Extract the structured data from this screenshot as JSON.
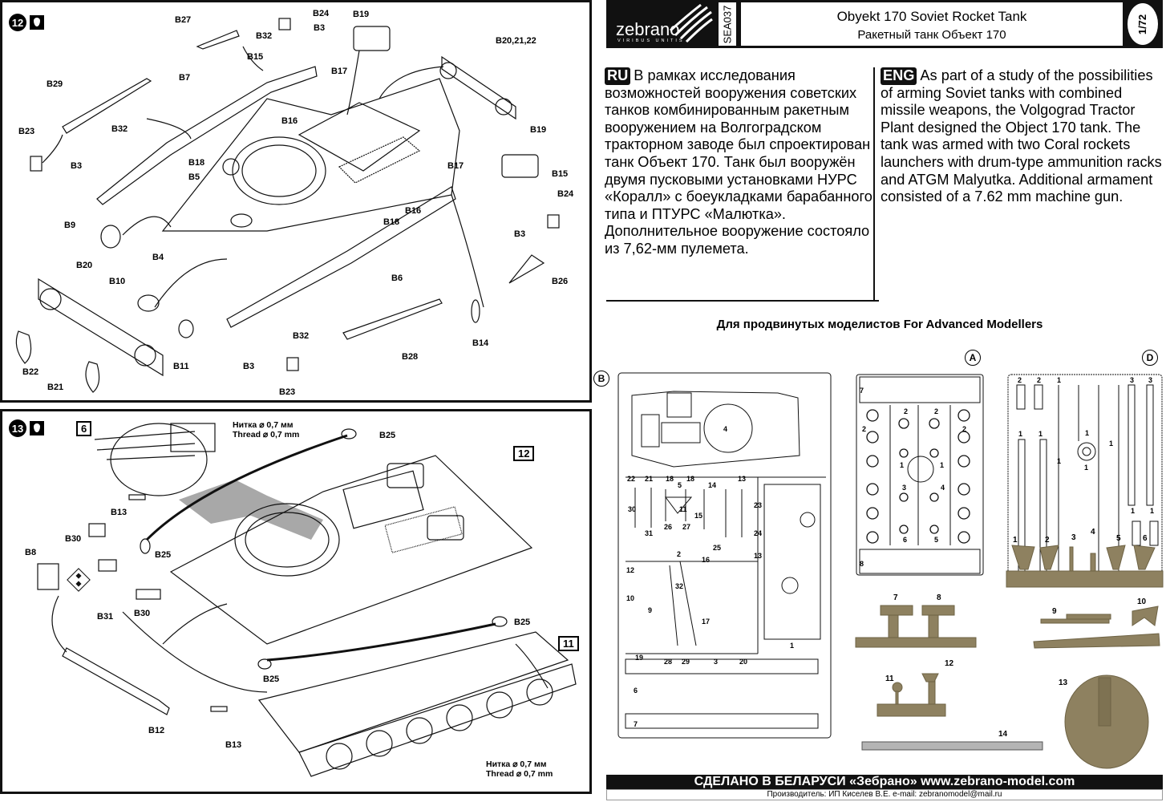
{
  "header": {
    "brand": "zebrano",
    "motto": "VIRIBUS UNITIS",
    "code": "SEA037",
    "title_en": "Obyekt 170 Soviet Rocket Tank",
    "title_ru": "Ракетный танк Объект 170",
    "scale": "1/72"
  },
  "description": {
    "ru_tag": "RU",
    "ru_text": "В рамках исследования возможностей вооружения советских танков комбинированным ракетным вооружением на Волгоградском тракторном заводе был спроектирован танк Объект 170. Танк был вооружён двумя пусковыми установками НУРС «Коралл» с боеукладками барабанного типа и ПТУРС «Малютка». Дополнительное вооружение состояло из 7,62-мм пулемета.",
    "en_tag": "ENG",
    "en_text": "As part of a study of the possibilities of arming Soviet tanks with combined missile weapons, the Volgograd Tractor Plant designed the Object 170 tank. The tank was armed with two Coral rockets  launchers with drum-type ammunition racks and ATGM Malyutka. Additional armament consisted of a 7.62 mm machine gun."
  },
  "step12": {
    "number": "12",
    "glue_icon": "glue-drop-icon",
    "labels": [
      "B27",
      "B24",
      "B3",
      "B32",
      "B15",
      "B19",
      "B20,21,22",
      "B29",
      "B7",
      "B17",
      "B23",
      "B32",
      "B16",
      "B19",
      "B18",
      "B5",
      "B17",
      "B3",
      "B15",
      "B24",
      "B9",
      "B16",
      "B18",
      "B3",
      "B4",
      "B6",
      "B26",
      "B20",
      "B10",
      "B14",
      "B32",
      "B22",
      "B11",
      "B3",
      "B28",
      "B21",
      "B23"
    ]
  },
  "step13": {
    "number": "13",
    "glue_icon": "glue-drop-icon",
    "ref_turret": "6",
    "ref_hull": "12",
    "ref_lower": "11",
    "thread_ru": "Нитка  ⌀ 0,7 мм",
    "thread_en": "Thread ⌀ 0,7 mm",
    "labels": [
      "B25",
      "B13",
      "B30",
      "B8",
      "B25",
      "B31",
      "B30",
      "B25",
      "B12",
      "B25",
      "B13"
    ]
  },
  "advanced": {
    "title": "Для продвинутых моделистов For Advanced Modellers",
    "sprue_b": "B",
    "sprue_a": "A",
    "sprue_d": "D",
    "sprue_b_numbers": [
      "4",
      "22",
      "21",
      "18",
      "5",
      "18",
      "13",
      "14",
      "30",
      "11",
      "15",
      "23",
      "26",
      "27",
      "31",
      "2",
      "25",
      "12",
      "16",
      "24",
      "13",
      "10",
      "9",
      "32",
      "17",
      "19",
      "28",
      "29",
      "3",
      "20",
      "1",
      "6",
      "7"
    ],
    "sprue_a_numbers": [
      "7",
      "2",
      "2",
      "2",
      "2",
      "1",
      "1",
      "3",
      "4",
      "6",
      "5",
      "8"
    ],
    "sprue_d_numbers": [
      "2",
      "2",
      "1",
      "3",
      "3",
      "1",
      "1",
      "1",
      "1",
      "1",
      "1",
      "1",
      "1",
      "3",
      "3",
      "2",
      "2"
    ],
    "resin_numbers": [
      "1",
      "2",
      "3",
      "4",
      "5",
      "6",
      "7",
      "8",
      "9",
      "10",
      "11",
      "12",
      "13",
      "14"
    ]
  },
  "footer": {
    "made_in": "СДЕЛАНО В БЕЛАРУСИ   «Зебрано»   www.zebrano-model.com",
    "producer": "Производитель: ИП Киселев В.Е. e-mail: zebranomodel@mail.ru"
  },
  "colors": {
    "ink": "#111111",
    "resin": "#8e8160",
    "rod": "#b4b4b4",
    "arrow": "#a0a0a0"
  }
}
